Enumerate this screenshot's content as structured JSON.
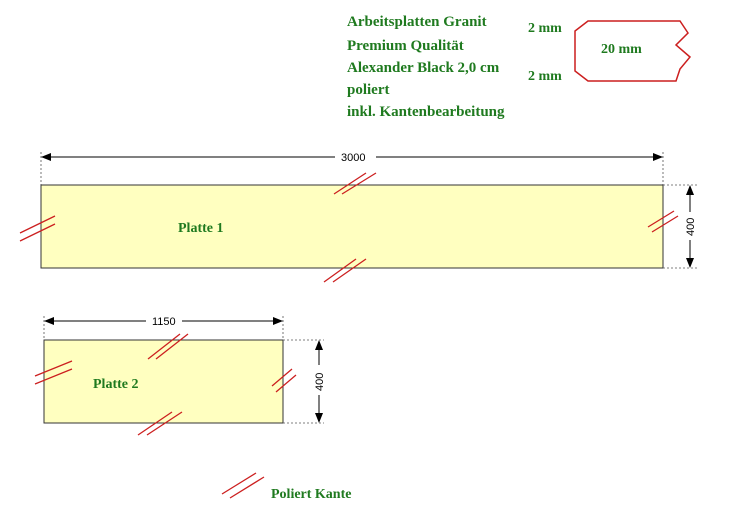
{
  "header": {
    "lines": [
      "Arbeitsplatten Granit",
      "Premium Qualität",
      "Alexander Black 2,0 cm",
      "poliert",
      "inkl. Kantenbearbeitung"
    ]
  },
  "edge_profile": {
    "top_label": "2 mm",
    "bottom_label": "2 mm",
    "center_label": "20 mm",
    "outline_color": "#cc1f1f"
  },
  "plate1": {
    "label": "Platte 1",
    "length_label": "3000",
    "width_label": "400"
  },
  "plate2": {
    "label": "Platte 2",
    "length_label": "1150",
    "width_label": "400"
  },
  "legend": {
    "label": "Poliert Kante",
    "icon": "polished-edge-mark-icon"
  },
  "colors": {
    "plate_fill": "#ffffc0",
    "text_green": "#1f7a1f",
    "mark_red": "#cc1f1f"
  }
}
